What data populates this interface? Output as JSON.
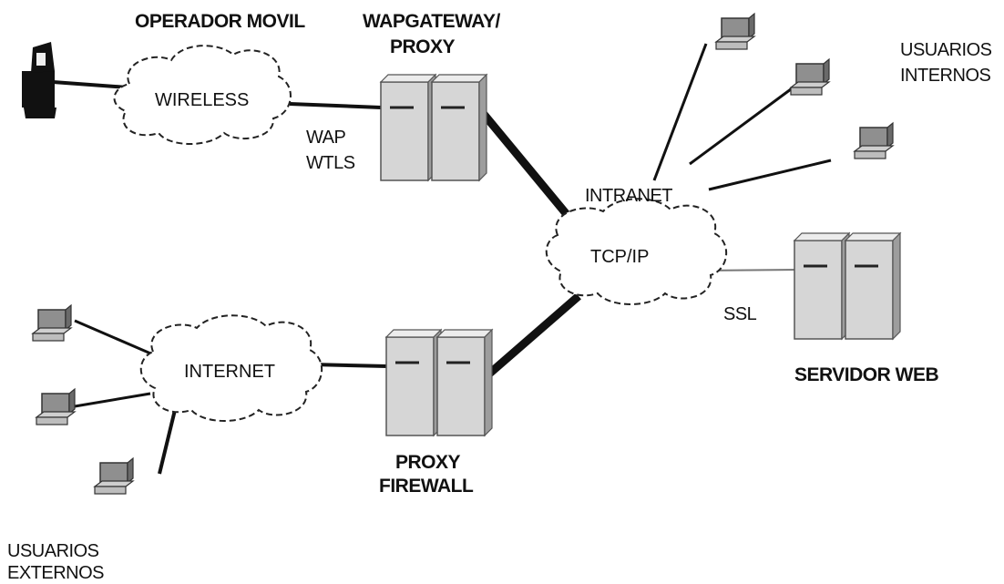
{
  "nodes": {
    "operador_movil": "OPERADOR MOVIL",
    "wapgateway_line1": "WAPGATEWAY/",
    "wapgateway_line2": "PROXY",
    "usuarios_internos_line1": "USUARIOS",
    "usuarios_internos_line2": "INTERNOS",
    "intranet": "INTRANET",
    "servidor_web": "SERVIDOR WEB",
    "proxy_firewall_line1": "PROXY",
    "proxy_firewall_line2": "FIREWALL",
    "usuarios_externos_line1": "USUARIOS",
    "usuarios_externos_line2": "EXTERNOS"
  },
  "clouds": {
    "wireless": "WIRELESS",
    "tcpip": "TCP/IP",
    "internet": "INTERNET"
  },
  "links": {
    "wap": "WAP",
    "wtls": "WTLS",
    "ssl": "SSL"
  },
  "colors": {
    "line": "#111111",
    "server_body": "#d9d9d9",
    "server_shadow": "#9a9a9a",
    "pc_screen": "#8f8f8f",
    "pc_body": "#c8c8c8"
  }
}
